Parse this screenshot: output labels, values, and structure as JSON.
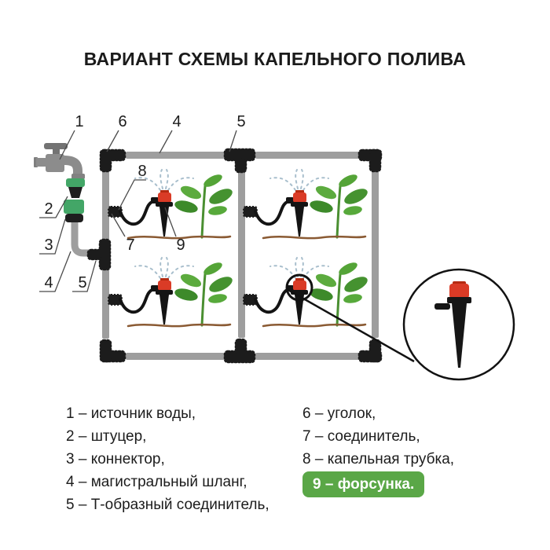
{
  "title": "ВАРИАНТ СХЕМЫ КАПЕЛЬНОГО ПОЛИВА",
  "diagram": {
    "callouts": [
      {
        "id": "water-source",
        "num": "1"
      },
      {
        "id": "elbow",
        "num": "6"
      },
      {
        "id": "main-hose-top",
        "num": "4"
      },
      {
        "id": "tee-top",
        "num": "5"
      },
      {
        "id": "drip-tube",
        "num": "8"
      },
      {
        "id": "connector",
        "num": "7"
      },
      {
        "id": "nozzle",
        "num": "9"
      },
      {
        "id": "fitting",
        "num": "2"
      },
      {
        "id": "tap-connector",
        "num": "3"
      },
      {
        "id": "main-hose-left",
        "num": "4"
      },
      {
        "id": "tee-left",
        "num": "5"
      }
    ]
  },
  "legend": {
    "items": [
      {
        "num": "1",
        "label": "1 – источник воды,"
      },
      {
        "num": "2",
        "label": "2 – штуцер,"
      },
      {
        "num": "3",
        "label": "3 – коннектор,"
      },
      {
        "num": "4",
        "label": "4 – магистральный шланг,"
      },
      {
        "num": "5",
        "label": "5 – Т-образный соединитель,"
      },
      {
        "num": "6",
        "label": "6 – уголок,"
      },
      {
        "num": "7",
        "label": "7 – соединитель,"
      },
      {
        "num": "8",
        "label": "8 – капельная трубка,"
      },
      {
        "num": "9",
        "label": "9 – форсунка.",
        "highlighted": true
      }
    ]
  },
  "colors": {
    "badge_green": "#5aa747",
    "fitting_green": "#43a667",
    "nozzle_red": "#da3b26",
    "nozzle_red_dark": "#b52b12",
    "pipe_gray": "#9e9e9e",
    "connector_black": "#1c1c1c",
    "ground_brown": "#8a5a33",
    "spray_blue": "#a9bfcd",
    "plant_green": "#459230"
  }
}
